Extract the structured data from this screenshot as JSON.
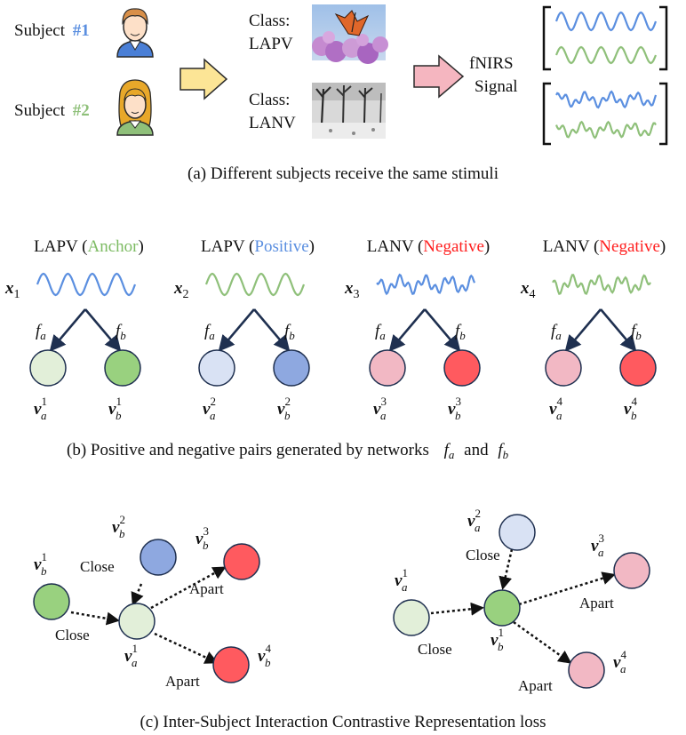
{
  "panel_a": {
    "subject1_label": "Subject",
    "subject1_num": "#1",
    "subject2_label": "Subject",
    "subject2_num": "#2",
    "class1_label": "Class:",
    "class1_value": "LAPV",
    "class2_label": "Class:",
    "class2_value": "LANV",
    "signal_label_1": "fNIRS",
    "signal_label_2": "Signal",
    "caption": "(a) Different subjects receive the same stimuli"
  },
  "panel_b": {
    "items": [
      {
        "title": "LAPV",
        "role": "Anchor",
        "x_sub": "1",
        "v_sup": "1"
      },
      {
        "title": "LAPV",
        "role": "Positive",
        "x_sub": "2",
        "v_sup": "2"
      },
      {
        "title": "LANV",
        "role": "Negative",
        "x_sub": "3",
        "v_sup": "3"
      },
      {
        "title": "LANV",
        "role": "Negative",
        "x_sub": "4",
        "v_sup": "4"
      }
    ],
    "f_a": "f",
    "f_a_sub": "a",
    "f_b": "f",
    "f_b_sub": "b",
    "caption": "(b) Positive and negative pairs generated by networks",
    "caption_and": "and"
  },
  "panel_c": {
    "close": "Close",
    "apart": "Apart",
    "caption": "(c) Inter-Subject Interaction Contrastive Representation loss"
  },
  "colors": {
    "blue": "#5b8fe0",
    "green": "#8fc07a",
    "red": "#ff2020",
    "anchor_green": "#7dbb63",
    "light_green": "#e2efd9",
    "dark_green": "#99d17f",
    "light_blue": "#d9e2f4",
    "dark_blue": "#8ea8e0",
    "pink": "#f2b8c4",
    "red_node": "#ff5a5f",
    "arrow_yellow": "#fce596",
    "arrow_pink": "#f5b6c0",
    "navy": "#1f3050"
  }
}
